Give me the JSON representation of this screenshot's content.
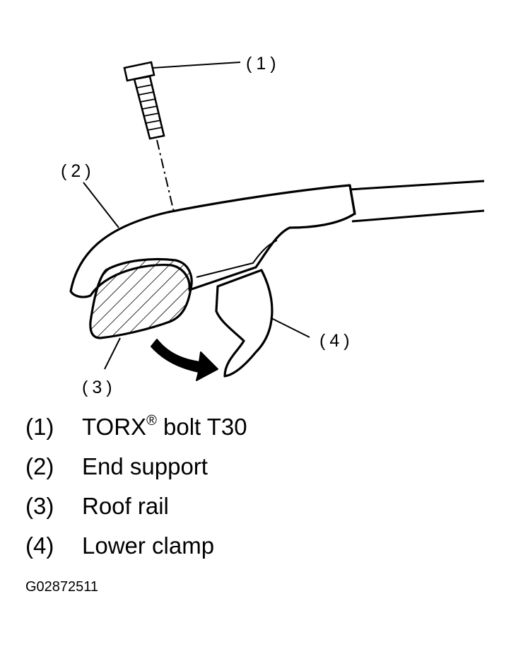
{
  "callouts": {
    "c1": "(1)",
    "c2": "(2)",
    "c3": "(3)",
    "c4": "(4)"
  },
  "legend": [
    {
      "number": "(1)",
      "label": "TORX",
      "superscript": "®",
      "suffix": " bolt T30"
    },
    {
      "number": "(2)",
      "label": "End support"
    },
    {
      "number": "(3)",
      "label": "Roof rail"
    },
    {
      "number": "(4)",
      "label": "Lower clamp"
    }
  ],
  "figure_code": "G02872511",
  "colors": {
    "ink": "#000000",
    "paper": "#ffffff"
  }
}
